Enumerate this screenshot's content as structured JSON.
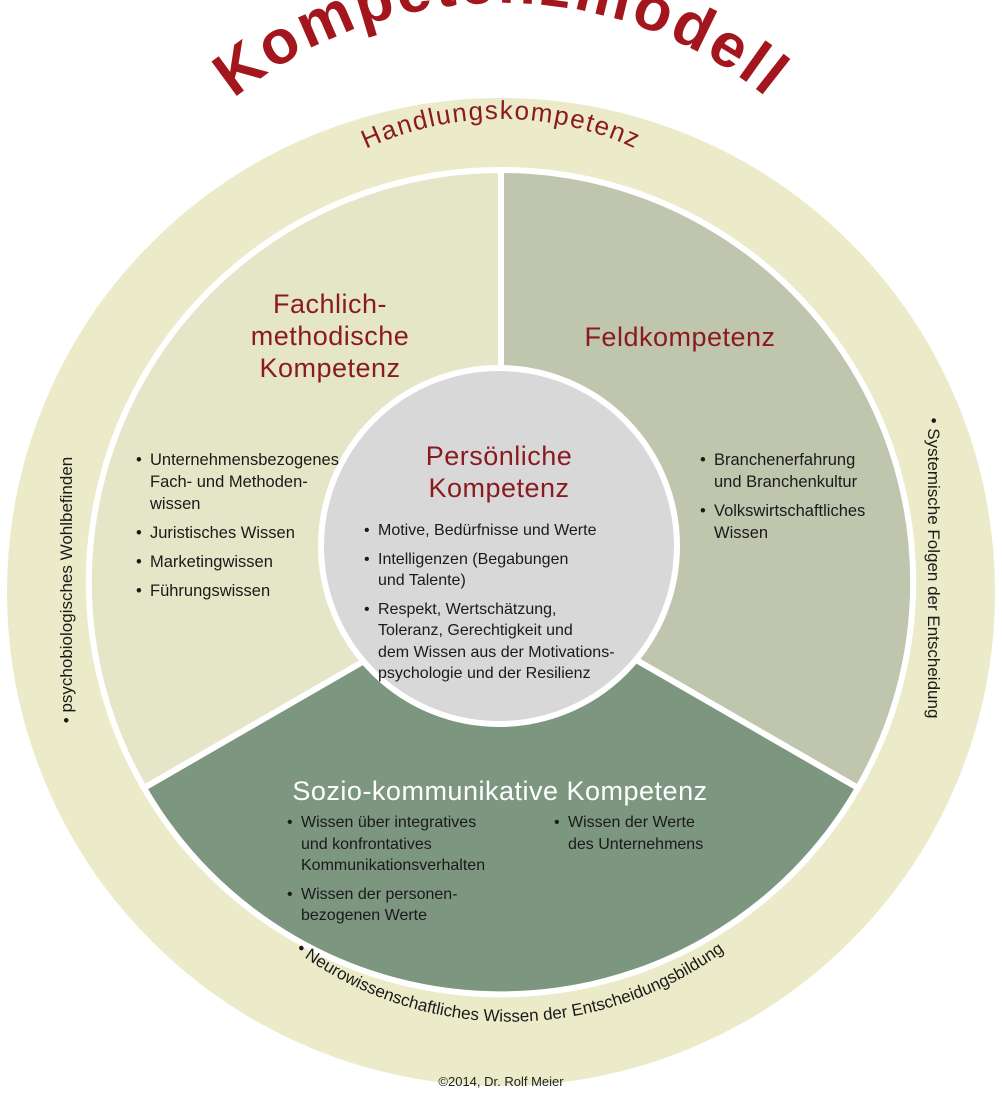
{
  "title": "Kompetenzmodell",
  "ring_title": "Handlungskompetenz",
  "ring_items": {
    "left": "psychobiologisches Wohlbefinden",
    "right": "Systemische Folgen der Entscheidung",
    "bottom": "Neurowissenschaftliches Wissen der Entscheidungsbildung"
  },
  "sectors": {
    "fachlich": {
      "title": [
        "Fachlich-",
        "methodische",
        "Kompetenz"
      ],
      "items": [
        "Unternehmensbezogenes\nFach- und Methoden-\nwissen",
        "Juristisches Wissen",
        "Marketingwissen",
        "Führungswissen"
      ]
    },
    "feld": {
      "title": "Feldkompetenz",
      "items": [
        "Branchenerfahrung\nund Branchenkultur",
        "Volkswirtschaftliches\nWissen"
      ]
    },
    "sozio": {
      "title": "Sozio-kommunikative Kompetenz",
      "items_left": [
        "Wissen über integratives\nund konfrontatives\nKommunikationsverhalten",
        "Wissen der personen-\nbezogenen Werte"
      ],
      "items_right": [
        "Wissen der Werte\ndes Unternehmens"
      ]
    },
    "persoenlich": {
      "title": [
        "Persönliche",
        "Kompetenz"
      ],
      "items": [
        "Motive, Bedürfnisse und Werte",
        "Intelligenzen (Begabungen\nund Talente)",
        "Respekt, Wertschätzung,\nToleranz, Gerechtigkeit und\ndem Wissen aus der Motivations-\npsychologie und der Resilienz"
      ]
    }
  },
  "footer": "©2014, Dr. Rolf Meier",
  "colors": {
    "title": "#a3161d",
    "accent_text": "#8b1a1f",
    "outer_ring": "#ebebc9",
    "fachlich": "#e5e5c8",
    "feld": "#bfc6ad",
    "sozio": "#7d9680",
    "center": "#d8d8d8"
  }
}
